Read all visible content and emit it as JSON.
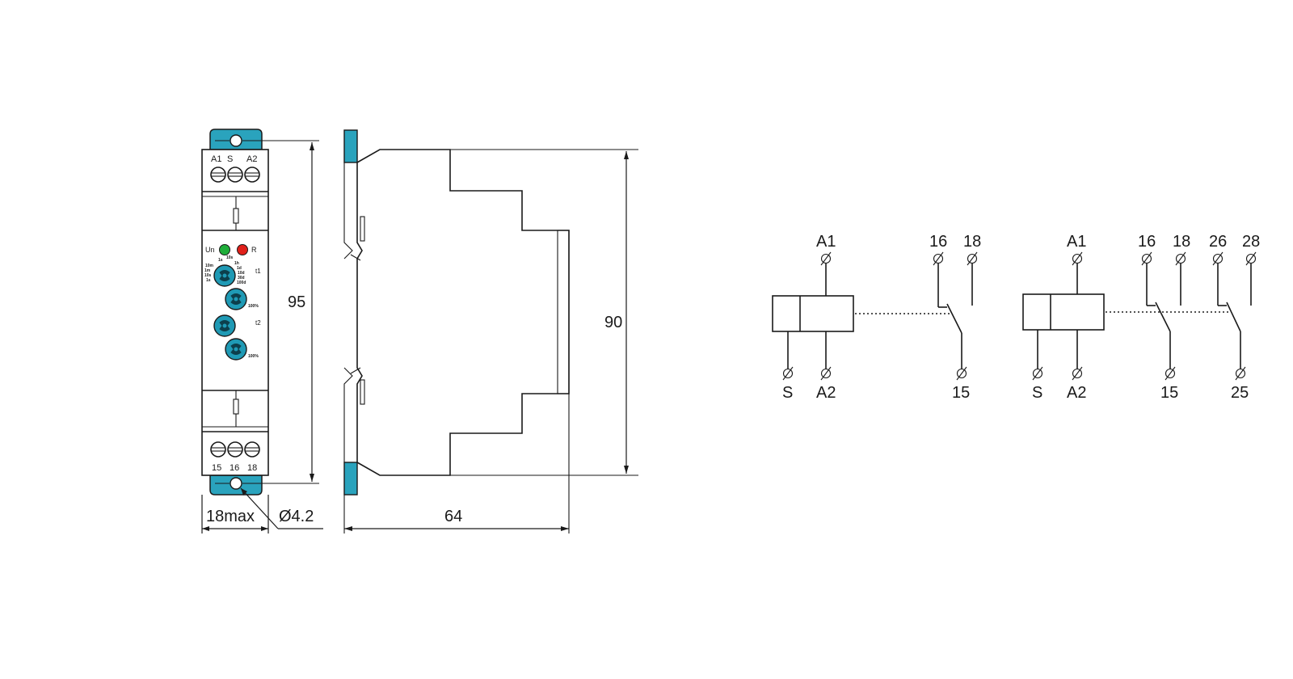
{
  "colors": {
    "clip_accent": "#2aa3bd",
    "knob": "#1f9ab5",
    "led_green": "#1fae3a",
    "led_red": "#e0201a",
    "line": "#1a1a1a"
  },
  "front_view": {
    "top_terminals": [
      "A1",
      "S",
      "A2"
    ],
    "bottom_terminals": [
      "15",
      "16",
      "18"
    ],
    "led_un": "Un",
    "led_r": "R",
    "t1_label": "t1",
    "t2_label": "t2",
    "knob_labels_top": [
      "1s",
      "10s"
    ],
    "knob_labels_left": [
      "10m",
      "1m",
      "10s",
      "1s"
    ],
    "knob_labels_right": [
      "1h",
      "1d",
      "10d",
      "30d",
      "100d"
    ],
    "knob_pct": "100%"
  },
  "dimensions": {
    "height_front": "95",
    "height_side": "90",
    "width_front": "18max",
    "hole": "Ø4.2",
    "depth": "64"
  },
  "schematic_1": {
    "coil_top": "A1",
    "coil_bottom_left": "S",
    "coil_bottom_right": "A2",
    "contacts_top": [
      "16",
      "18"
    ],
    "contact_bottom": "15"
  },
  "schematic_2": {
    "coil_top": "A1",
    "coil_bottom_left": "S",
    "coil_bottom_right": "A2",
    "contacts_top": [
      "16",
      "18",
      "26",
      "28"
    ],
    "contacts_bottom": [
      "15",
      "25"
    ]
  }
}
